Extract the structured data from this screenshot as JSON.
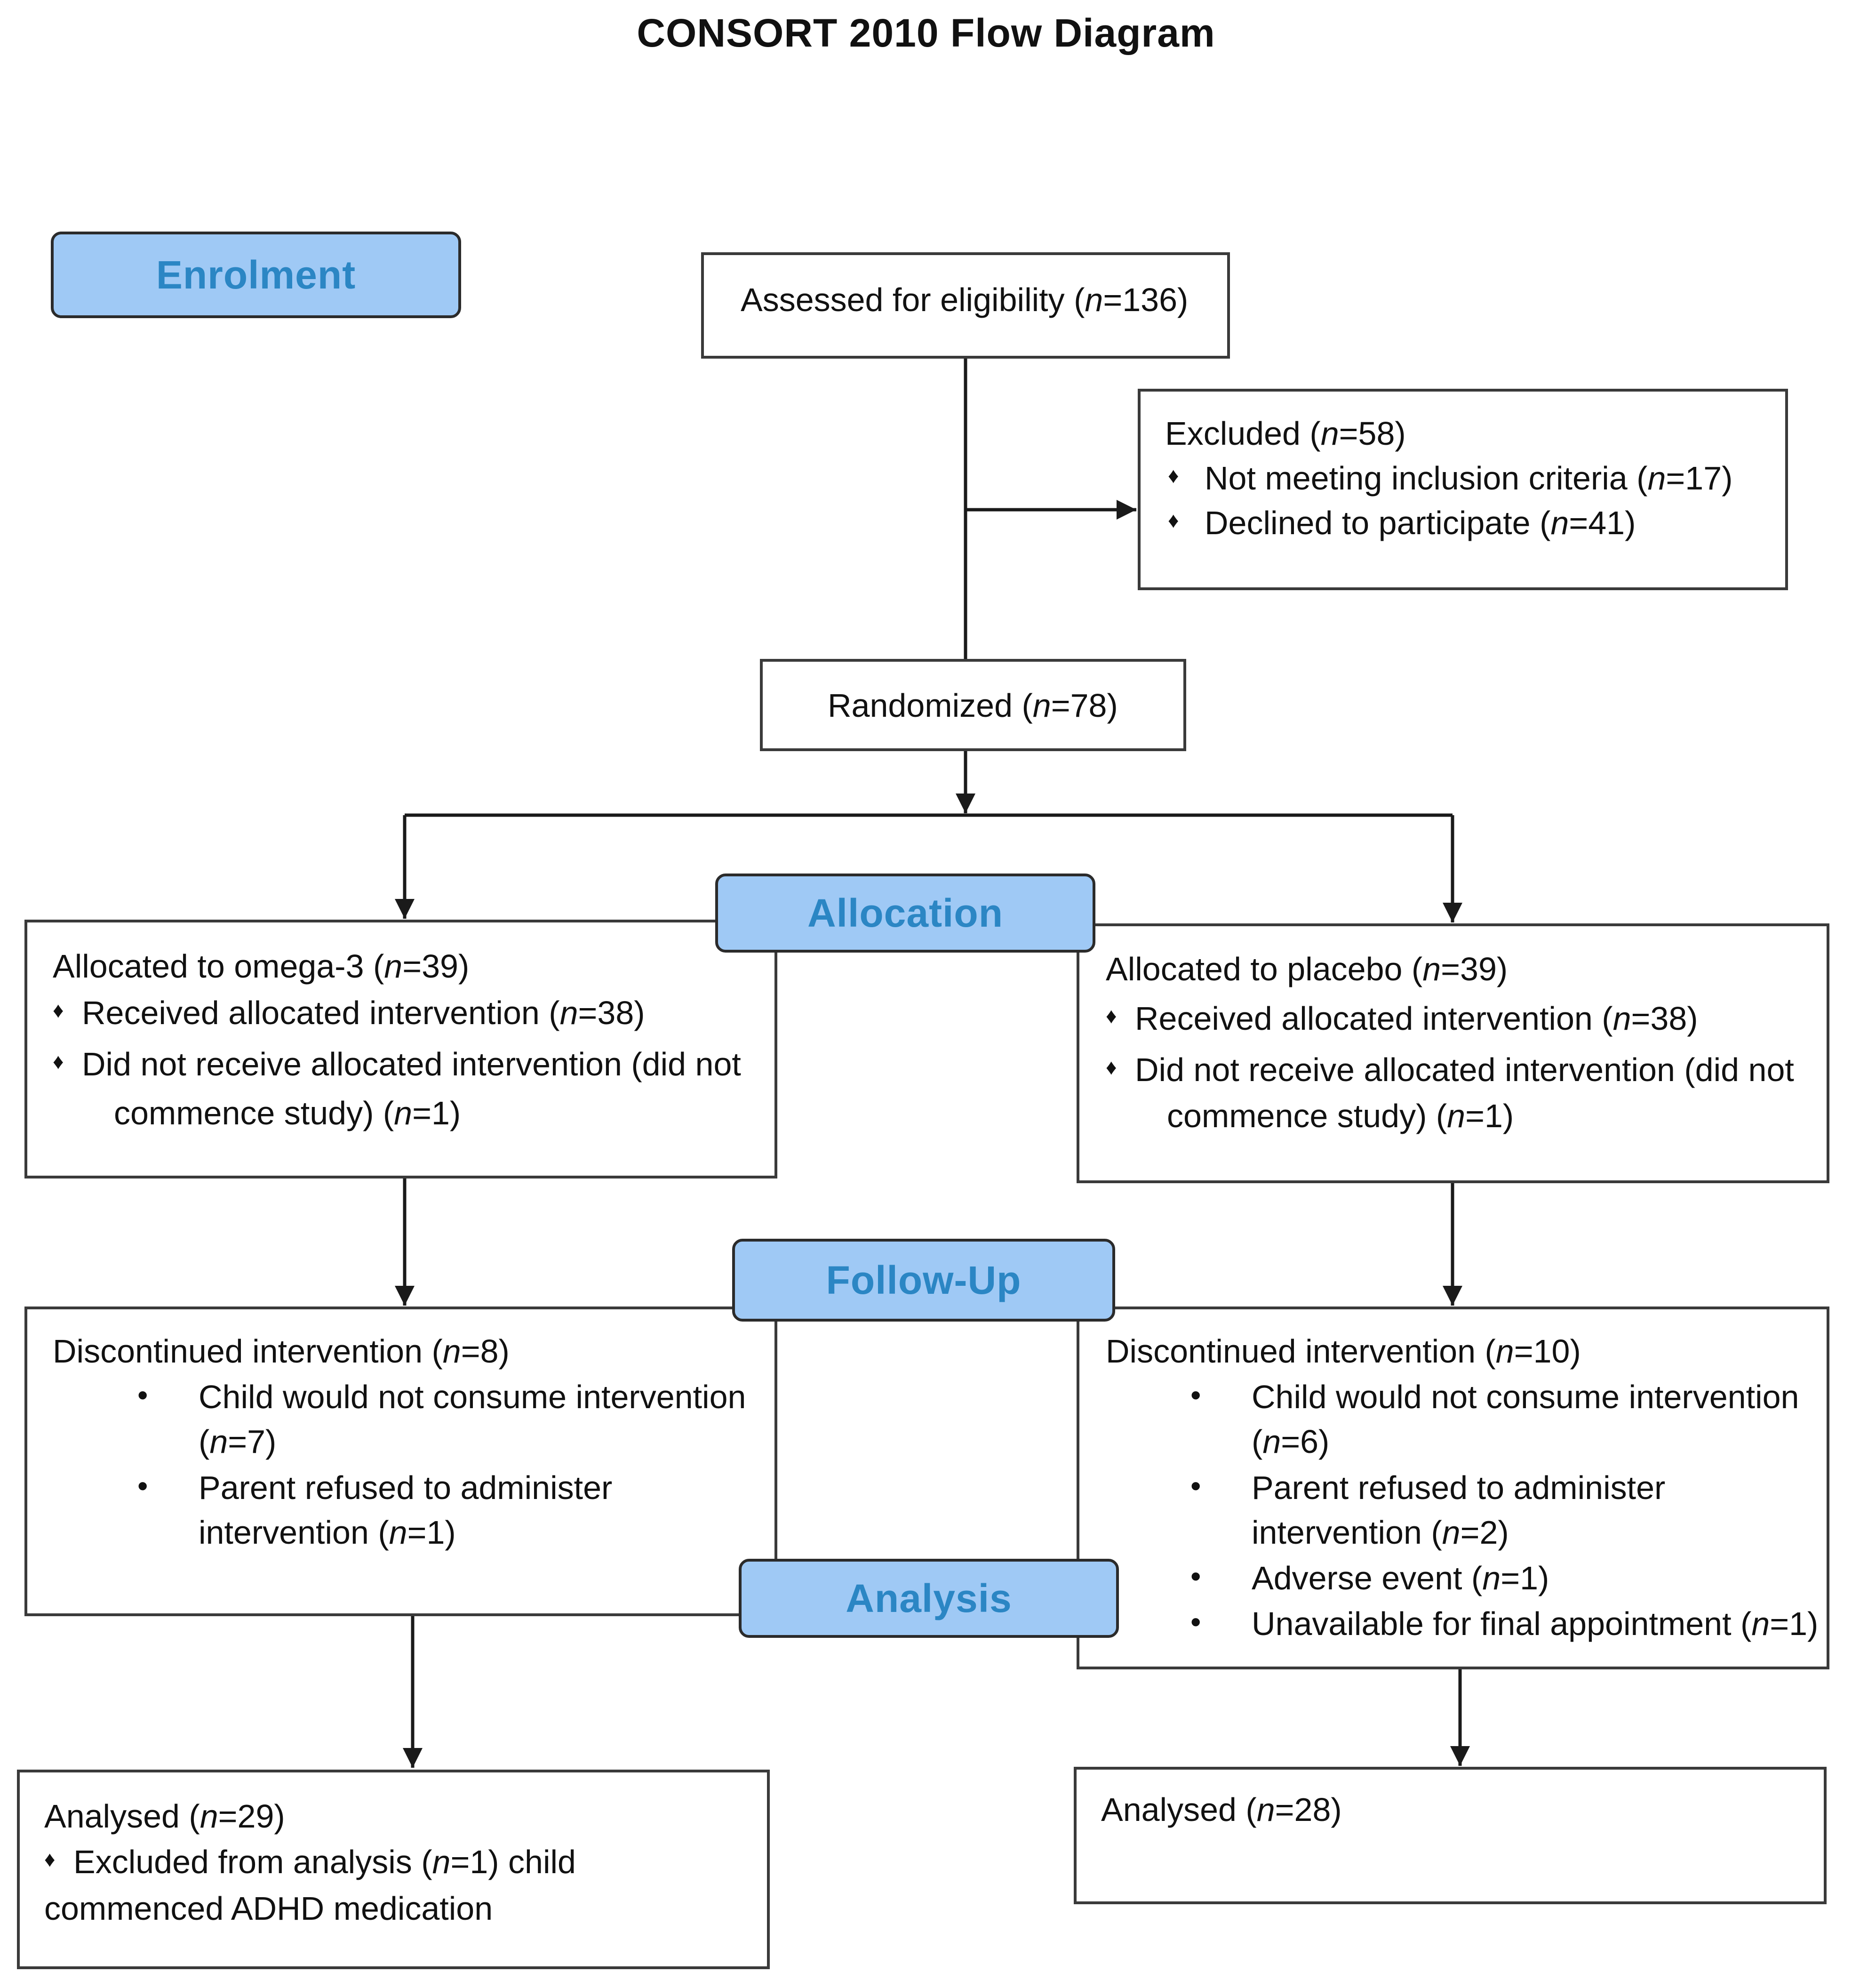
{
  "title": "CONSORT 2010 Flow Diagram",
  "stages": {
    "enrolment": "Enrolment",
    "allocation": "Allocation",
    "follow_up": "Follow-Up",
    "analysis": "Analysis"
  },
  "bullets": {
    "diamond": "♦",
    "dot": "•"
  },
  "enrolment": {
    "assessed": {
      "label": "Assessed for eligibility (",
      "n": "n",
      "value": "=136)"
    },
    "excluded": {
      "label": "Excluded  (",
      "n": "n",
      "value": "=58)",
      "items": [
        {
          "label": "Not meeting inclusion criteria (",
          "n": "n",
          "value": "=17)"
        },
        {
          "label": "Declined to participate (",
          "n": "n",
          "value": "=41)"
        }
      ]
    },
    "randomized": {
      "label": "Randomized (",
      "n": "n",
      "value": "=78)"
    }
  },
  "allocation": {
    "omega3": {
      "label": "Allocated to omega-3 (",
      "n": "n",
      "value": "=39)",
      "received": {
        "label": "Received allocated intervention (",
        "n": "n",
        "value": "=38)"
      },
      "not_received": {
        "line1": "Did not receive allocated intervention (did not",
        "line2_label": "commence study) (",
        "n": "n",
        "value": "=1)"
      }
    },
    "placebo": {
      "label": "Allocated to placebo (",
      "n": "n",
      "value": "=39)",
      "received": {
        "label": "Received allocated intervention (",
        "n": "n",
        "value": "=38)"
      },
      "not_received": {
        "line1": "Did not receive allocated intervention (did not",
        "line2_label": "commence study) (",
        "n": "n",
        "value": "=1)"
      }
    }
  },
  "follow_up": {
    "omega3": {
      "label": "Discontinued intervention (",
      "n": "n",
      "value": "=8)",
      "consume": {
        "line1": "Child would not consume intervention",
        "line2_open": "(",
        "n": "n",
        "value": "=7)"
      },
      "refused": {
        "line1": "Parent refused to administer",
        "line2_label": "intervention (",
        "n": "n",
        "value": "=1)"
      }
    },
    "placebo": {
      "label": "Discontinued intervention (",
      "n": "n",
      "value": "=10)",
      "consume": {
        "line1": "Child would not consume intervention",
        "line2_open": "(",
        "n": "n",
        "value": "=6)"
      },
      "refused": {
        "line1": "Parent refused to administer",
        "line2_label": "intervention (",
        "n": "n",
        "value": "=2)"
      },
      "adverse": {
        "label": "Adverse event (",
        "n": "n",
        "value": "=1)"
      },
      "unavailable": {
        "label": "Unavailable for final appointment (",
        "n": "n",
        "value": "=1)"
      }
    }
  },
  "analysis": {
    "omega3": {
      "label": "Analysed  (",
      "n": "n",
      "value": "=29)",
      "excluded": {
        "line1_label": "Excluded from analysis (",
        "n": "n",
        "line1_value": "=1) child",
        "line2": "commenced ADHD medication"
      }
    },
    "placebo": {
      "label": "Analysed  (",
      "n": "n",
      "value": "=28)"
    }
  }
}
